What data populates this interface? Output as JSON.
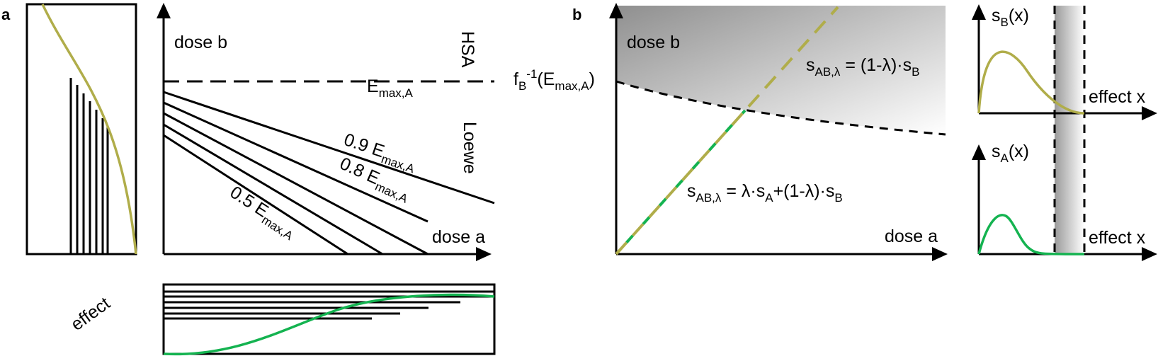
{
  "panel_labels": {
    "a": "a",
    "b": "b"
  },
  "colors": {
    "olive": "#b0ad4a",
    "green": "#14b350",
    "black": "#000000"
  },
  "panel_a": {
    "y_axis": "dose b",
    "x_axis": "dose a",
    "hsa": "HSA",
    "loewe": "Loewe",
    "effect": "effect",
    "emax": {
      "base": "E",
      "sub": "max,A"
    },
    "iso_09": {
      "prefix": "0.9 E",
      "sub": "max,A"
    },
    "iso_08": {
      "prefix": "0.8 E",
      "sub": "max,A"
    },
    "iso_05": {
      "prefix": "0.5 E",
      "sub": "max,A"
    }
  },
  "panel_b": {
    "y_axis": "dose b",
    "x_axis": "dose a",
    "finv": {
      "f": "f",
      "sub1": "B",
      "sup": "-1",
      "open": "(E",
      "sub2": "max,A",
      "close": ")"
    },
    "formula_top": {
      "s": "s",
      "sub": "AB,λ",
      "rhs": " = (1-λ)·s",
      "sub2": "B"
    },
    "formula_bottom": {
      "s": "s",
      "sub": "AB,λ",
      "rhs1": " = λ·s",
      "subA": "A",
      "rhs2": "+(1-λ)·s",
      "subB": "B"
    },
    "sb_title": {
      "s": "s",
      "sub": "B",
      "rest": "(x)"
    },
    "sa_title": {
      "s": "s",
      "sub": "A",
      "rest": "(x)"
    },
    "effect_x_top": "effect x",
    "effect_x_bottom": "effect x"
  }
}
